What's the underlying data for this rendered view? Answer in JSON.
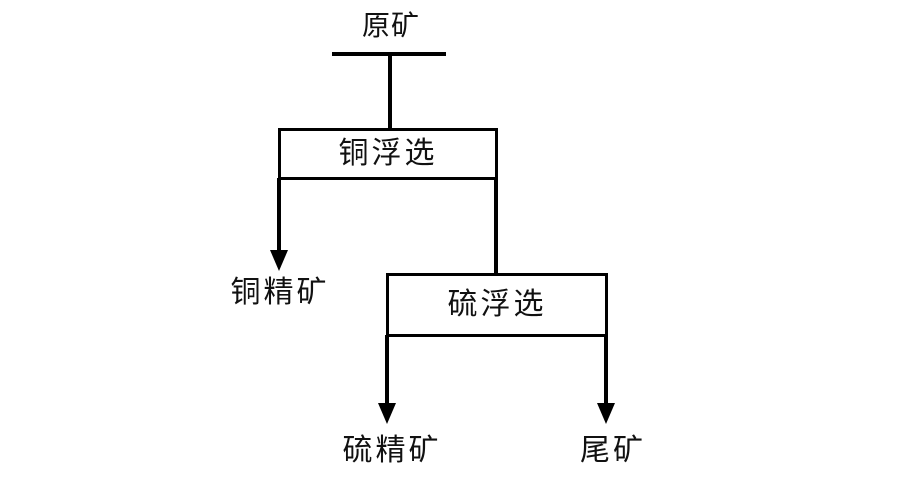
{
  "diagram": {
    "type": "flowchart",
    "background_color": "#ffffff",
    "line_color": "#000000",
    "nodes": {
      "raw_ore": {
        "label": "原矿"
      },
      "copper_flotation": {
        "label": "铜浮选"
      },
      "copper_concentrate": {
        "label": "铜精矿"
      },
      "sulfur_flotation": {
        "label": "硫浮选"
      },
      "sulfur_concentrate": {
        "label": "硫精矿"
      },
      "tailings": {
        "label": "尾矿"
      }
    },
    "edges": [
      {
        "from": "raw_ore",
        "to": "copper_flotation"
      },
      {
        "from": "copper_flotation",
        "to": "copper_concentrate"
      },
      {
        "from": "copper_flotation",
        "to": "sulfur_flotation"
      },
      {
        "from": "sulfur_flotation",
        "to": "sulfur_concentrate"
      },
      {
        "from": "sulfur_flotation",
        "to": "tailings"
      }
    ]
  }
}
